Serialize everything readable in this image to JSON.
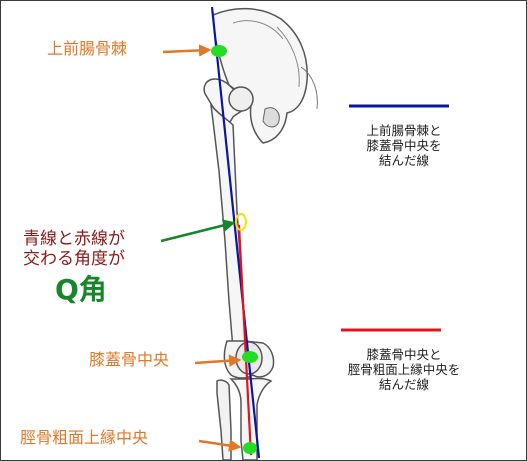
{
  "labels": {
    "asis": "上前腸骨棘",
    "patella_center": "膝蓋骨中央",
    "tibial_tuberosity": "脛骨粗面上縁中央"
  },
  "angle_caption": "青線と赤線が\n交わる角度が",
  "angle_title": "Q角",
  "legend": {
    "blue": {
      "text": "上前腸骨棘と\n膝蓋骨中央を\n結んだ線",
      "color": "#0b16a0"
    },
    "red": {
      "text": "膝蓋骨中央と\n脛骨粗面上縁中央を\n結んだ線",
      "color": "#e0141c"
    }
  },
  "colors": {
    "label_text": "#e0782a",
    "arrow_orange": "#e0782a",
    "caption_text": "#8b1a1a",
    "title_green": "#17852a",
    "arrow_green": "#17852a",
    "landmark_marker": "#22dd22",
    "angle_marker": "#f2e400"
  }
}
